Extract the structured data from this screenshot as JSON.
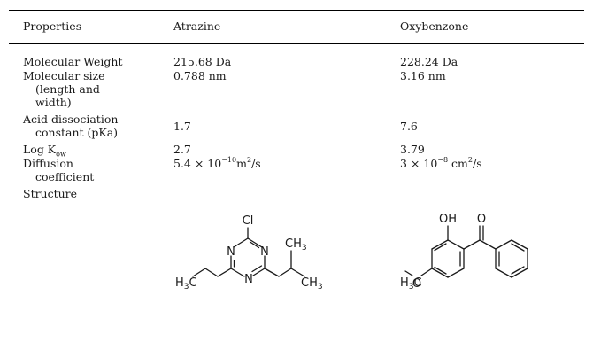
{
  "table": {
    "headers": [
      "Properties",
      "Atrazine",
      "Oxybenzone"
    ],
    "rows": [
      {
        "property_lines": [
          "Molecular Weight"
        ],
        "atrazine": "215.68 Da",
        "oxybenzone": "228.24 Da"
      },
      {
        "property_lines": [
          "Molecular size",
          "(length and",
          "width)"
        ],
        "atrazine": "0.788 nm",
        "oxybenzone": "3.16 nm"
      },
      {
        "property_lines": [
          "Acid dissociation",
          "constant (pKa)"
        ],
        "atrazine": "1.7",
        "oxybenzone": "7.6"
      },
      {
        "property_base": "Log K",
        "property_sub": "ow",
        "atrazine": "2.7",
        "oxybenzone": "3.79"
      },
      {
        "property_lines": [
          "Diffusion",
          "coefficient"
        ],
        "atrazine": {
          "mantissa": "5.4 × 10",
          "exponent": "−10",
          "unit": "m",
          "unit_exp": "2",
          "unit_tail": "/s"
        },
        "oxybenzone": {
          "mantissa": "3 × 10",
          "exponent": "−8",
          "unit": " cm",
          "unit_exp": "2",
          "unit_tail": "/s"
        }
      },
      {
        "property_lines": [
          "Structure"
        ],
        "atrazine_labels": {
          "cl": "Cl",
          "n1": "N",
          "n2": "N",
          "n3": "N",
          "ch3_top": "CH",
          "ch3_top_sub": "3",
          "h3c": "H",
          "h3c_sub": "3",
          "h3c_tail": "C",
          "ch3_bottom": "CH",
          "ch3_bottom_sub": "3"
        },
        "oxybenzone_labels": {
          "oh": "OH",
          "o_carbonyl": "O",
          "h3c": "H",
          "h3c_sub": "3",
          "h3c_tail": "C",
          "o_ether": "O"
        }
      }
    ]
  }
}
